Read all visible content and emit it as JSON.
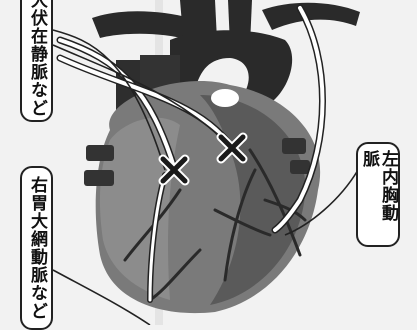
{
  "labels": {
    "left_top": "大伏在静脈など",
    "left_bottom": "右胃大網動脈など",
    "right": "左内胸動脈"
  },
  "colors": {
    "paper": "#f2f2f2",
    "ink": "#222222",
    "heart_dark": "#3a3a3a",
    "heart_mid": "#6f6f6f",
    "heart_light": "#9a9a9a",
    "vessel_white": "#ffffff"
  },
  "marks": {
    "x_mark_count": 2
  }
}
